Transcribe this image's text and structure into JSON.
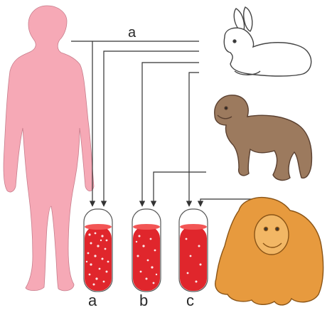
{
  "labels": {
    "top_line": "a",
    "tube_a": "a",
    "tube_b": "b",
    "tube_c": "c"
  },
  "figures": {
    "human": "human-silhouette",
    "rabbit": "rabbit",
    "chimpanzee": "chimpanzee",
    "orangutan": "orangutan"
  },
  "colors": {
    "human": "#f6a9b6",
    "blood": "#e0262c",
    "rabbit_fur": "#ffffff",
    "chimp_fur": "#9c7a5e",
    "orangutan_fur": "#e79a3e",
    "lines": "#333333"
  }
}
